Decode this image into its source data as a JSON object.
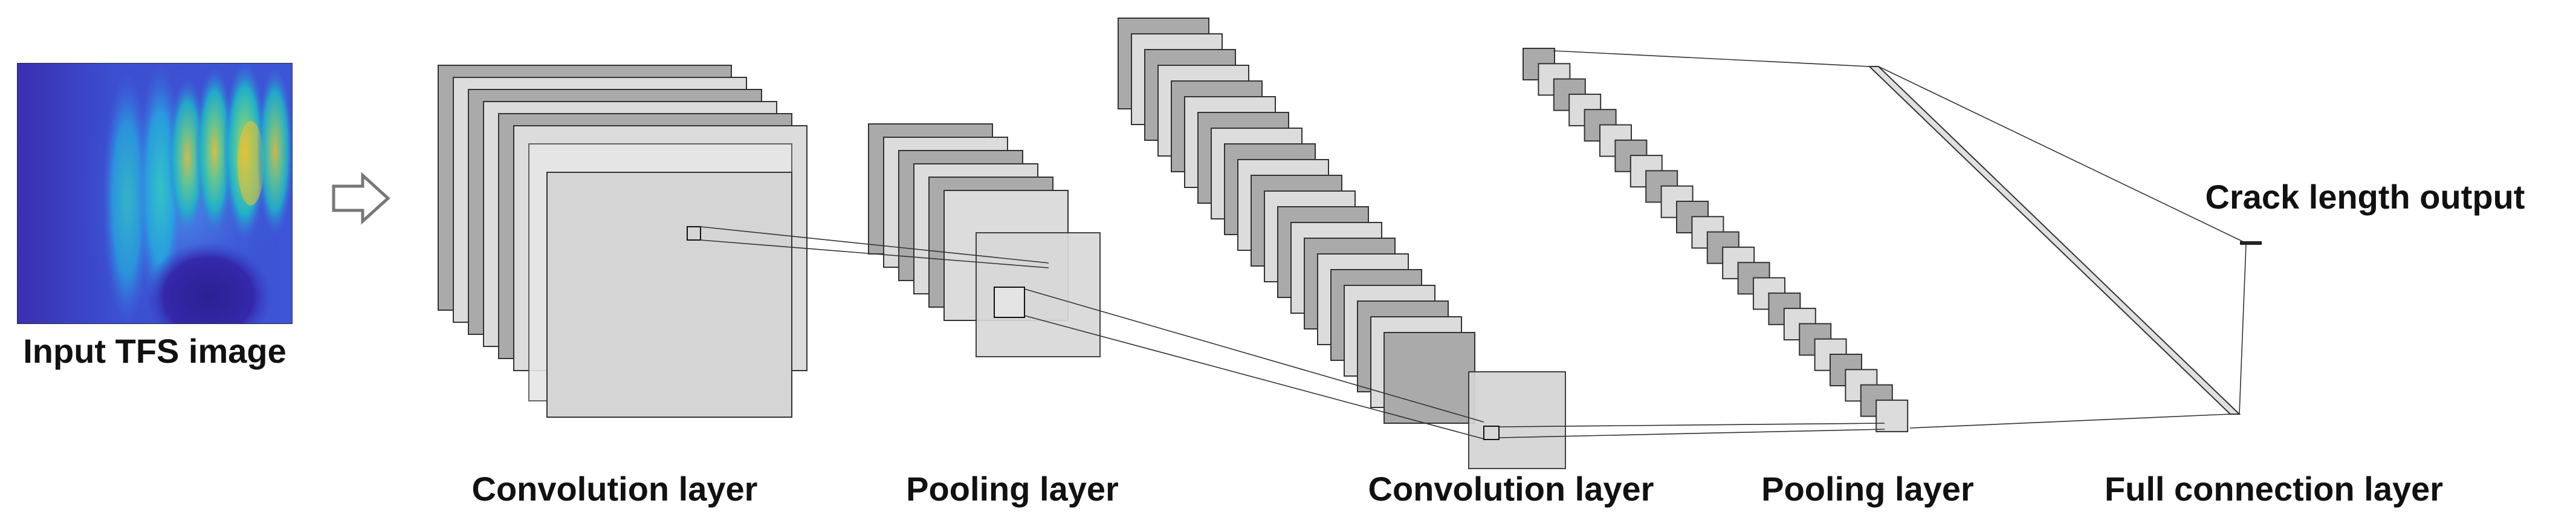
{
  "labels": {
    "input": "Input TFS image",
    "conv1": "Convolution layer",
    "pool1": "Pooling layer",
    "conv2": "Convolution layer",
    "pool2": "Pooling layer",
    "fc": "Full connection layer",
    "output": "Crack length output"
  },
  "colors": {
    "dark_map": "#aaaaaa",
    "light_map": "#dcdcdc",
    "front_map": "#d5d5d5",
    "stroke": "#333333",
    "heatmap_low": "#3e37b8",
    "heatmap_mid": "#2bb6b0",
    "heatmap_high": "#e6c33a"
  },
  "icons": {
    "arrow": "hollow-right-arrow-icon"
  }
}
